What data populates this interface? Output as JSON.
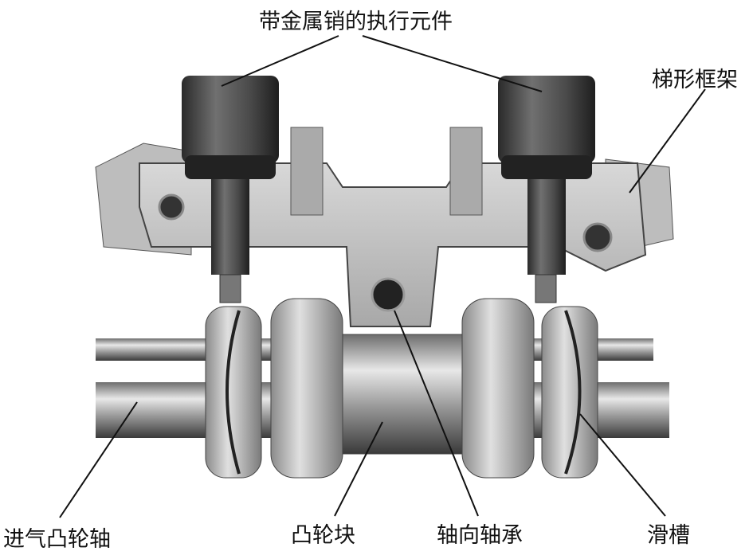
{
  "labels": {
    "actuator": "带金属销的执行元件",
    "ladder_frame": "梯形框架",
    "intake_camshaft": "进气凸轮轴",
    "cam_block": "凸轮块",
    "axial_bearing": "轴向轴承",
    "slide_groove": "滑槽"
  }
}
